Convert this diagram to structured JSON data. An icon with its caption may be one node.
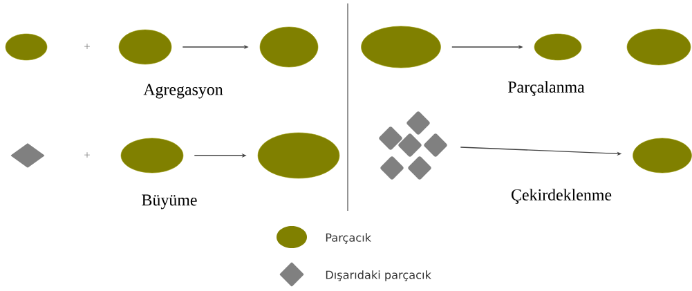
{
  "diagram": {
    "nodes": [
      {
        "text": [],
        "shape": "ellipse"
      },
      {
        "text": [],
        "shape": "ellipse"
      },
      {
        "text": [],
        "shape": "ellipse"
      },
      {
        "text": [],
        "shape": "ellipse"
      },
      {
        "text": [],
        "shape": "ellipse"
      },
      {
        "text": [],
        "shape": "ellipse"
      },
      {
        "text": [],
        "shape": "diamond"
      },
      {
        "text": [],
        "shape": "ellipse"
      },
      {
        "text": [],
        "shape": "ellipse"
      },
      {
        "text": [],
        "shape": "picture"
      },
      {
        "text": [],
        "shape": "ellipse"
      }
    ],
    "edges": [
      {
        "from": 1,
        "to": 2,
        "arrow": "to"
      },
      {
        "from": 3,
        "to": 4,
        "arrow": "to"
      },
      {
        "from": 7,
        "to": 8,
        "arrow": "to"
      },
      {
        "from": 9,
        "to": 10,
        "arrow": "to"
      }
    ],
    "labels": [
      "+",
      "+",
      "Agregasyon",
      "Parçalanma",
      "Büyüme",
      "Çekirdeklenme"
    ],
    "legend": [
      {
        "text": "Parçacık",
        "color": "#808000"
      },
      {
        "text": "Dışarıdaki parçacık",
        "color": "#808080"
      }
    ]
  }
}
